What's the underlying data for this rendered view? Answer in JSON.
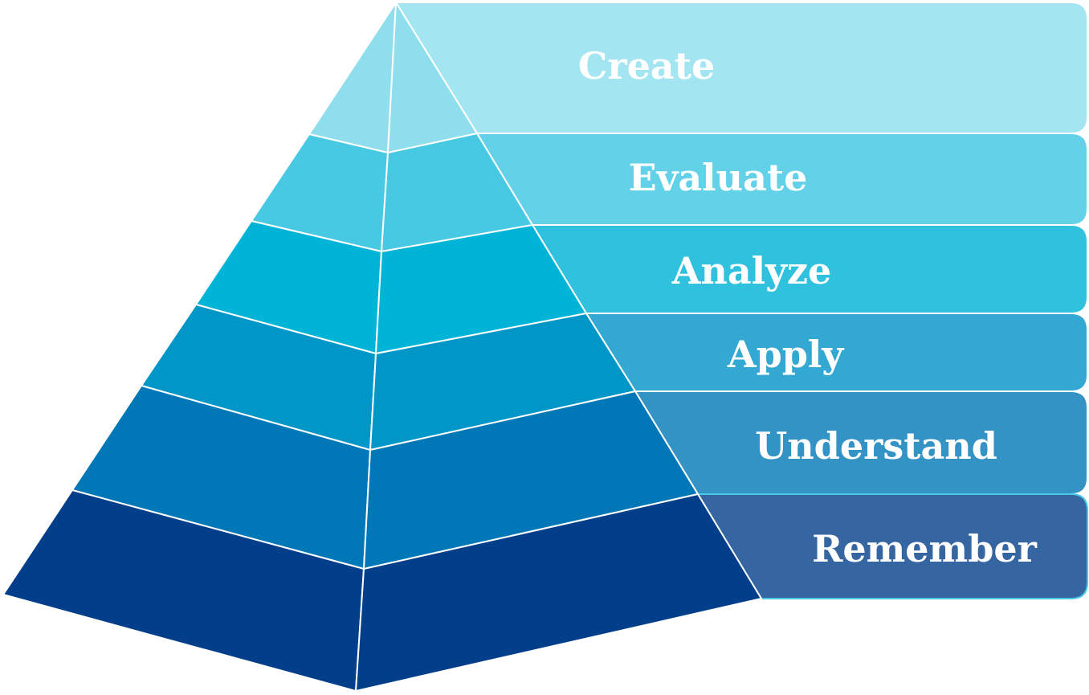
{
  "levels": [
    {
      "label": "Create",
      "face_left": "#8fdeee",
      "face_right": "#8fdeee",
      "band": "#a3e6f2"
    },
    {
      "label": "Evaluate",
      "face_left": "#48c9e3",
      "face_right": "#48c9e3",
      "band": "#63d2e8"
    },
    {
      "label": "Analyze",
      "face_left": "#00b4d8",
      "face_right": "#00b4d8",
      "band": "#30c1df"
    },
    {
      "label": "Apply",
      "face_left": "#0096c7",
      "face_right": "#0096c7",
      "band": "#33a8d2"
    },
    {
      "label": "Understand",
      "face_left": "#0077b6",
      "face_right": "#0077b6",
      "band": "#3393c5"
    },
    {
      "label": "Remember",
      "face_left": "#023e8a",
      "face_right": "#023e8a",
      "band": "#3566a2"
    }
  ],
  "colors": {
    "outline": "#ffffff",
    "remember_band_border": "#48c9e3"
  }
}
